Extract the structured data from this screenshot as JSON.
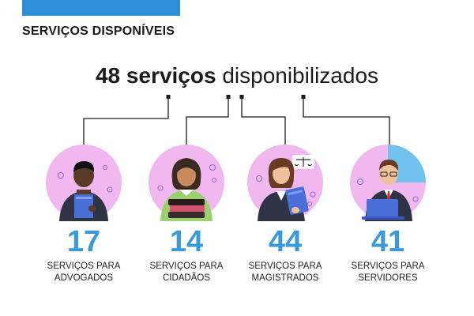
{
  "header": {
    "section_title": "SERVIÇOS DISPONÍVEIS"
  },
  "headline": {
    "number": "48",
    "bold_word": "serviços",
    "rest": "disponibilizados"
  },
  "colors": {
    "accent_blue": "#2f8fd6",
    "count_blue": "#3a9ad9",
    "circle_pink": "#f1b8f0",
    "circle_blue": "#5cc3ee"
  },
  "groups": [
    {
      "count": "17",
      "line1": "SERVIÇOS PARA",
      "line2": "ADVOGADOS",
      "icon": "lawyer-icon"
    },
    {
      "count": "14",
      "line1": "SERVIÇOS PARA",
      "line2": "CIDADÃOS",
      "icon": "citizen-icon"
    },
    {
      "count": "44",
      "line1": "SERVIÇOS PARA",
      "line2": "MAGISTRADOS",
      "icon": "magistrate-icon"
    },
    {
      "count": "41",
      "line1": "SERVIÇOS PARA",
      "line2": "SERVIDORES",
      "icon": "civil-servant-icon"
    }
  ]
}
